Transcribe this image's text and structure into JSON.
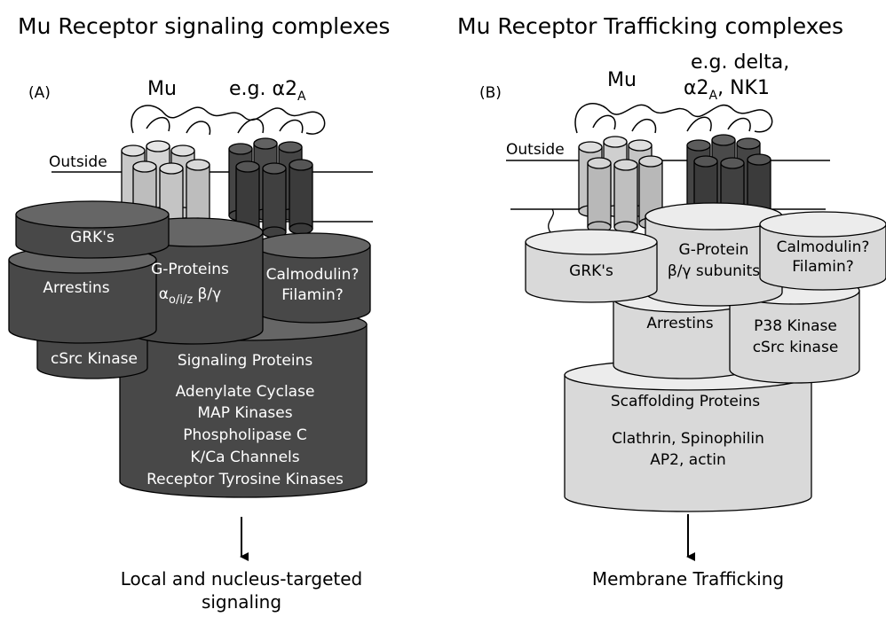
{
  "panel_a": {
    "title": "Mu Receptor signaling complexes",
    "label": "(A)",
    "receptor1": "Mu",
    "receptor2_prefix": "e.g. α2",
    "receptor2_sub": "A",
    "outside": "Outside",
    "grk": "GRK's",
    "arrestins": "Arrestins",
    "gproteins_title": "G-Proteins",
    "gproteins_alpha": "α",
    "gproteins_alpha_sub": "o/i/z",
    "gproteins_bg": " β/γ",
    "calmodulin": "Calmodulin?",
    "filamin": "Filamin?",
    "csrc": "cSrc Kinase",
    "signaling_title": "Signaling Proteins",
    "signaling_items": [
      "Adenylate Cyclase",
      "MAP Kinases",
      "Phospholipase C",
      "K/Ca Channels",
      "Receptor Tyrosine Kinases"
    ],
    "caption_line1": "Local and nucleus-targeted",
    "caption_line2": "signaling"
  },
  "panel_b": {
    "title": "Mu Receptor Trafficking complexes",
    "label": "(B)",
    "receptor1": "Mu",
    "receptor2_line1": "e.g. delta,",
    "receptor2_line2_prefix": "α2",
    "receptor2_line2_sub": "A",
    "receptor2_line2_suffix": ", NK1",
    "outside": "Outside",
    "grk": "GRK's",
    "gprotein_line1": "G-Protein",
    "gprotein_line2": "β/γ subunits",
    "calmodulin": "Calmodulin?",
    "filamin": "Filamin?",
    "arrestins": "Arrestins",
    "p38": "P38 Kinase",
    "csrc": "cSrc kinase",
    "scaffold_title": "Scaffolding Proteins",
    "scaffold_line1": "Clathrin, Spinophilin",
    "scaffold_line2": "AP2, actin",
    "caption": "Membrane Trafficking"
  },
  "colors": {
    "dark_cylinder": "#4a4a4a",
    "dark_top": "#6a6a6a",
    "light_cylinder": "#d9d9d9",
    "light_top": "#ececec",
    "mu_helix_a": "#d4d4d4",
    "mu_helix_b": "#c0c0c0",
    "dark_helix": "#3e3e3e"
  }
}
